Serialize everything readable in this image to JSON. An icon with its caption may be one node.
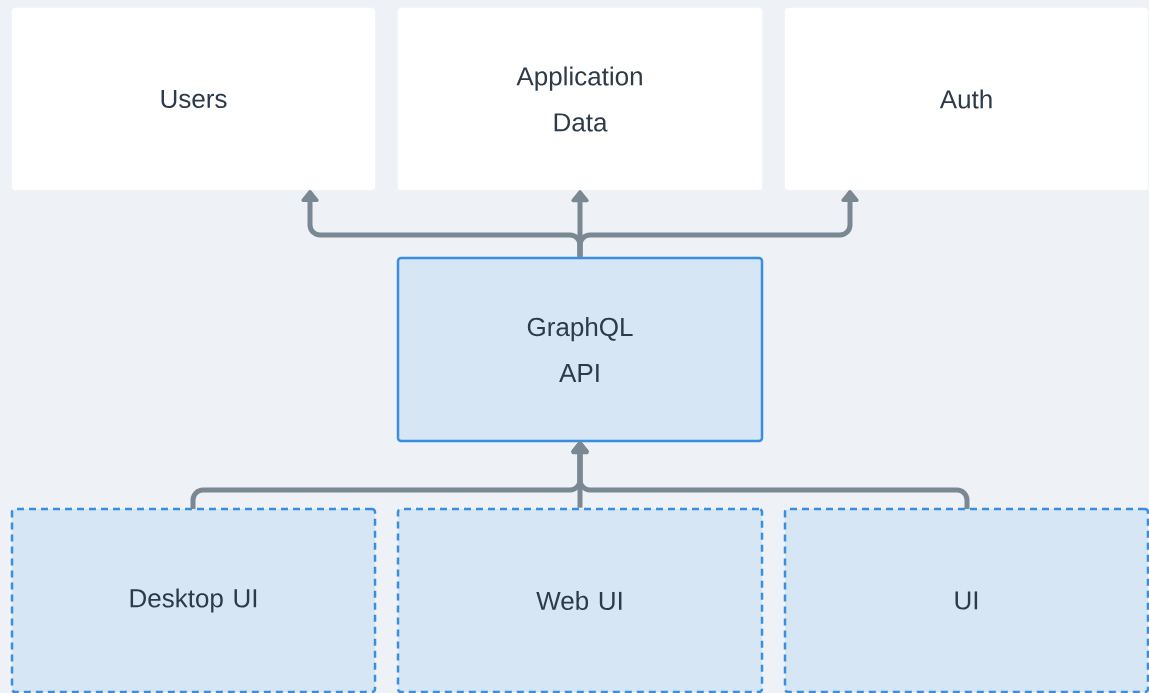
{
  "diagram": {
    "nodes": [
      {
        "text": [
          "Users"
        ]
      },
      {
        "text": [
          "Application Data"
        ]
      },
      {
        "text": [
          "Auth"
        ]
      },
      {
        "text": [
          "GraphQL API"
        ]
      },
      {
        "text": [
          "Desktop UI"
        ]
      },
      {
        "text": [
          "Web UI"
        ]
      },
      {
        "text": [
          "UI"
        ]
      }
    ],
    "edges": [
      {
        "from": 3,
        "to": 0,
        "arrow": "to"
      },
      {
        "from": 3,
        "to": 1,
        "arrow": "to"
      },
      {
        "from": 3,
        "to": 2,
        "arrow": "to"
      },
      {
        "from": 4,
        "to": 3,
        "arrow": "to"
      },
      {
        "from": 5,
        "to": 3,
        "arrow": "to"
      },
      {
        "from": 6,
        "to": 3,
        "arrow": "to"
      }
    ]
  }
}
